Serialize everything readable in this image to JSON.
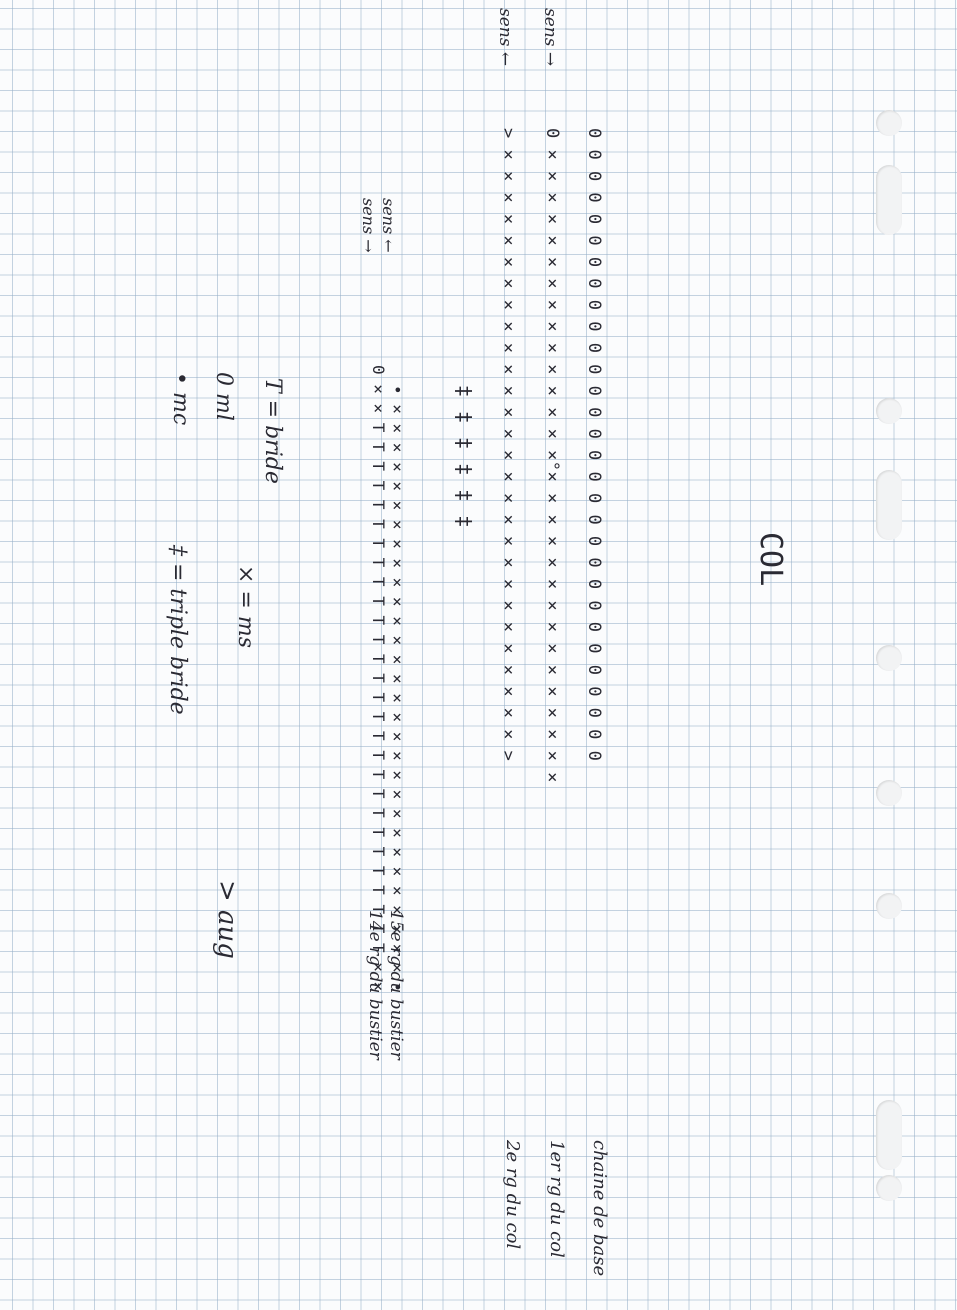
{
  "title": "COL",
  "rows": {
    "sens1": "sens →",
    "sens2": "sens ←",
    "sens3": "sens ←",
    "sens4": "sens →",
    "row_base": "0 0 0 0 0 0 0 0 0 0 0 0          0          0         0          0         0          0 0 0 0 0 0 0 0 0 0 0 0 0",
    "row_1": "0 × × × × × × × × × × × ×          ×          ×         ×°×          ×         ×          × × × × × × × × × × × ×",
    "row_2": "> × × × × × × × × × × × ×          ×          ×         ×          ×         ×          × × × × × × × × × × × >",
    "row_triple": "‡          ‡          ‡                    ‡          ‡          ‡",
    "row_15": "• × × × × × × × × × × × × × × × × × × × × × × × × × × × × × × •",
    "row_14": "0 × × T T T T T T T T T T T T T T T T T T T T T T T T T T T T × ×"
  },
  "labels": {
    "base": "chaine de base",
    "rg1": "1er rg du col",
    "rg2": "2e rg du col",
    "rg15": "15e rg du bustier",
    "rg14": "14e rg du bustier"
  },
  "legend": {
    "bride": "T = bride",
    "ml": "0  ml",
    "mc": "•  mc",
    "ms": "×  =  ms",
    "triple": "‡  =  triple bride",
    "aug": ">  aug"
  }
}
